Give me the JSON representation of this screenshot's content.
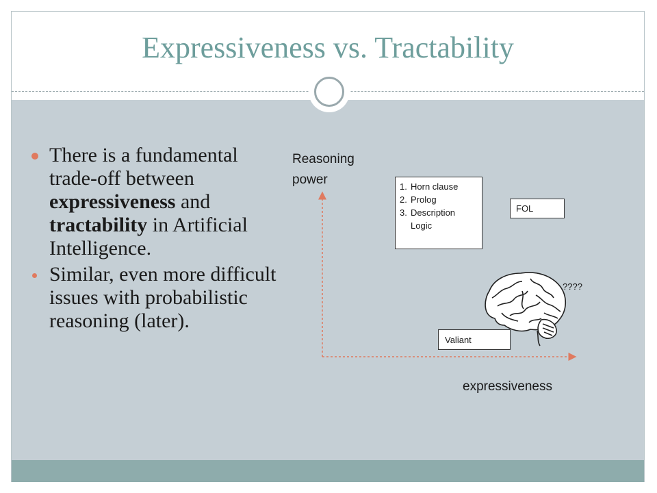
{
  "slide": {
    "title": "Expressiveness vs. Tractability",
    "bullets": [
      {
        "parts": [
          {
            "text": " There is a fundamental trade-off between ",
            "bold": false
          },
          {
            "text": "expressiveness",
            "bold": true
          },
          {
            "text": " and ",
            "bold": false
          },
          {
            "text": "tractability",
            "bold": true
          },
          {
            "text": " in Artificial Intelligence.",
            "bold": false
          }
        ]
      },
      {
        "parts": [
          {
            "text": "Similar, even more difficult issues with probabilistic reasoning (later).",
            "bold": false
          }
        ]
      }
    ]
  },
  "diagram": {
    "y_axis_label": "Reasoning power",
    "x_axis_label": "expressiveness",
    "list_box": {
      "items": [
        {
          "num": "1.",
          "text": "Horn clause"
        },
        {
          "num": "2.",
          "text": "Prolog"
        },
        {
          "num": "3.",
          "text": "Description Logic"
        }
      ]
    },
    "fol_label": "FOL",
    "valiant_label": "Valiant",
    "question_marks": "????",
    "axis_color": "#e07a5f",
    "brain_icon": "brain-icon"
  },
  "colors": {
    "title": "#6e9e9c",
    "content_background": "#c5cfd5",
    "footer": "#8eacac",
    "bullet": "#e07a5f"
  }
}
